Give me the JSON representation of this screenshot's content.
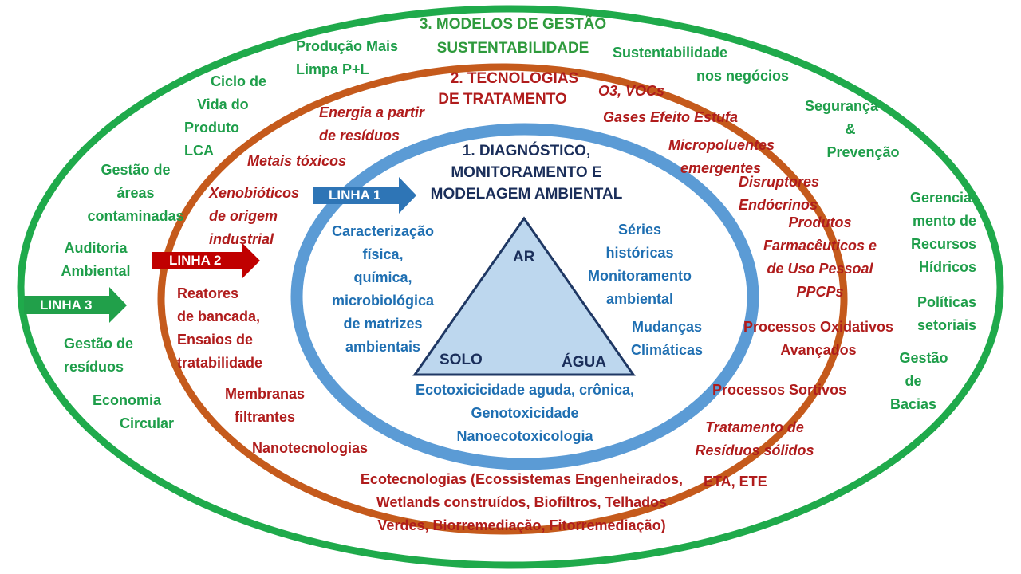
{
  "colors": {
    "outer_ring": "#1faa4b",
    "middle_ring": "#c55a1c",
    "inner_ring": "#5b9bd5",
    "triangle_fill": "#bdd7ee",
    "triangle_stroke": "#1f3864",
    "linha1_arrow": "#2e75b6",
    "linha2_arrow": "#c00000",
    "linha3_arrow": "#21a04a"
  },
  "ring3": {
    "title": [
      "3. MODELOS DE GESTÃO",
      "SUSTENTABILIDADE"
    ],
    "arrow_label": "LINHA 3",
    "items": {
      "producao": [
        "Produção Mais",
        "Limpa  P+L"
      ],
      "ciclo": [
        "Ciclo de",
        "Vida do",
        "Produto",
        "LCA"
      ],
      "areas": [
        "Gestão de",
        "áreas",
        "contaminadas"
      ],
      "auditoria": [
        "Auditoria",
        "Ambiental"
      ],
      "residuos": [
        "Gestão de",
        "resíduos"
      ],
      "economia": [
        "Economia",
        "Circular"
      ],
      "sustent_negocios": [
        "Sustentabilidade",
        "nos negócios"
      ],
      "seguranca": [
        "Segurança",
        "&",
        "Prevenção"
      ],
      "recursos": [
        "Gerencia-",
        "mento de",
        "Recursos",
        "Hídricos"
      ],
      "politicas": [
        "Políticas",
        "setoriais"
      ],
      "bacias": [
        "Gestão",
        "de",
        "Bacias"
      ]
    }
  },
  "ring2": {
    "title": [
      "2. TECNOLOGIAS",
      "DE TRATAMENTO"
    ],
    "arrow_label": "LINHA 2",
    "items": {
      "energia": [
        "Energia a partir",
        "de resíduos"
      ],
      "metais": [
        "Metais tóxicos"
      ],
      "xeno": [
        "Xenobióticos",
        "de origem",
        "industrial"
      ],
      "reatores": [
        "Reatores",
        "de bancada,",
        "Ensaios de",
        "tratabilidade"
      ],
      "membranas": [
        "Membranas",
        "filtrantes"
      ],
      "nano": [
        "Nanotecnologias"
      ],
      "ecotec": [
        "Ecotecnologias (Ecossistemas Engenheirados,",
        "Wetlands construídos, Biofiltros, Telhados",
        "Verdes, Biorremediação, Fitorremediação)"
      ],
      "o3": [
        "O3, VOCs"
      ],
      "gases": [
        "Gases Efeito Estufa"
      ],
      "micro": [
        "Micropoluentes",
        "emergentes"
      ],
      "disruptores": [
        "Disruptores",
        "Endócrinos"
      ],
      "ppcps": [
        "Produtos",
        "Farmacêuticos e",
        "de Uso Pessoal",
        "PPCPs"
      ],
      "poa": [
        "Processos Oxidativos",
        "Avançados"
      ],
      "sortivos": [
        "Processos Sortivos"
      ],
      "solidos": [
        "Tratamento de",
        "Resíduos sólidos"
      ],
      "eta": [
        "ETA, ETE"
      ]
    }
  },
  "ring1": {
    "title": [
      "1. DIAGNÓSTICO,",
      "MONITORAMENTO E",
      "MODELAGEM AMBIENTAL"
    ],
    "arrow_label": "LINHA 1",
    "items": {
      "caracterizacao": [
        "Caracterização",
        "física,",
        "química,",
        "microbiológica",
        "de matrizes",
        "ambientais"
      ],
      "series": [
        "Séries",
        "históricas",
        "Monitoramento",
        "ambiental"
      ],
      "mudancas": [
        "Mudanças",
        "Climáticas"
      ],
      "ecotox": [
        "Ecotoxicicidade aguda, crônica,",
        "Genotoxicidade",
        "Nanoecotoxicologia"
      ]
    },
    "triangle": {
      "top": "AR",
      "bottom_left": "SOLO",
      "bottom_right": "ÁGUA"
    }
  }
}
